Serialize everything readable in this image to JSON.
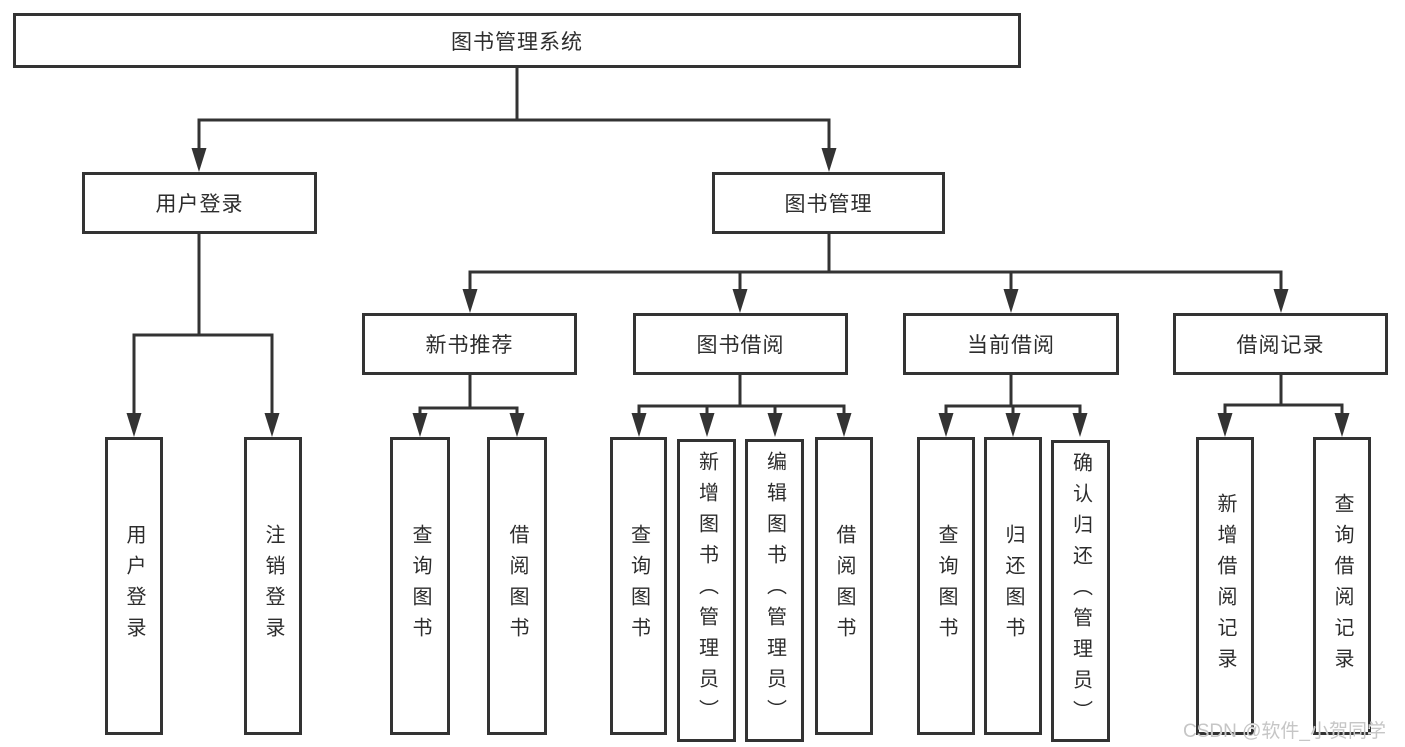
{
  "nodes": {
    "root": "图书管理系统",
    "user_login": "用户登录",
    "book_mgmt": "图书管理",
    "ul_login": "用户登录",
    "ul_logout": "注销登录",
    "new_book": "新书推荐",
    "nb_query": "查询图书",
    "nb_borrow": "借阅图书",
    "borrow": "图书借阅",
    "bw_query": "查询图书",
    "bw_add": "新增图书（管理员）",
    "bw_edit": "编辑图书（管理员）",
    "bw_borrow": "借阅图书",
    "current": "当前借阅",
    "cur_query": "查询图书",
    "cur_return": "归还图书",
    "cur_confirm": "确认归还（管理员）",
    "records": "借阅记录",
    "rec_add": "新增借阅记录",
    "rec_query": "查询借阅记录"
  },
  "edges": [
    {
      "from": "图书管理系统",
      "to": "用户登录"
    },
    {
      "from": "图书管理系统",
      "to": "图书管理"
    },
    {
      "from": "用户登录",
      "to": "用户登录"
    },
    {
      "from": "用户登录",
      "to": "注销登录"
    },
    {
      "from": "图书管理",
      "to": "新书推荐"
    },
    {
      "from": "图书管理",
      "to": "图书借阅"
    },
    {
      "from": "图书管理",
      "to": "当前借阅"
    },
    {
      "from": "图书管理",
      "to": "借阅记录"
    },
    {
      "from": "新书推荐",
      "to": "查询图书"
    },
    {
      "from": "新书推荐",
      "to": "借阅图书"
    },
    {
      "from": "图书借阅",
      "to": "查询图书"
    },
    {
      "from": "图书借阅",
      "to": "新增图书（管理员）"
    },
    {
      "from": "图书借阅",
      "to": "编辑图书（管理员）"
    },
    {
      "from": "图书借阅",
      "to": "借阅图书"
    },
    {
      "from": "当前借阅",
      "to": "查询图书"
    },
    {
      "from": "当前借阅",
      "to": "归还图书"
    },
    {
      "from": "当前借阅",
      "to": "确认归还（管理员）"
    },
    {
      "from": "借阅记录",
      "to": "新增借阅记录"
    },
    {
      "from": "借阅记录",
      "to": "查询借阅记录"
    }
  ],
  "watermark": {
    "text": "CSDN @软件_小贺同学",
    "color": "#c6c6c6"
  },
  "colors": {
    "line": "#333333",
    "box_background": "#ffffff",
    "text": "#2d2d2d"
  }
}
